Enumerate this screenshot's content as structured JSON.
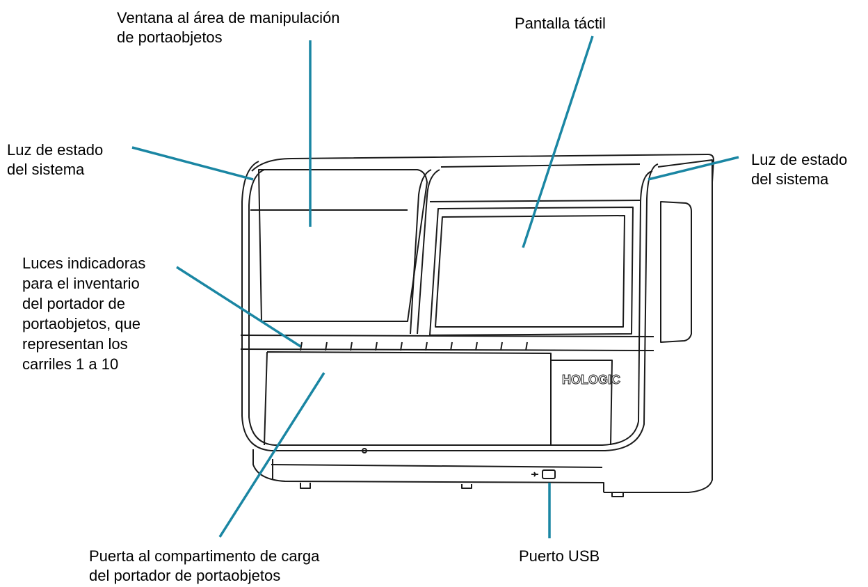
{
  "colors": {
    "leader_line": "#1a86a3",
    "outline": "#1a1a1a",
    "panel": "#ffffff"
  },
  "device": {
    "logo_text": "HOLOGIC",
    "logo_icon": "usb-icon"
  },
  "callouts": [
    {
      "id": "window",
      "lines": [
        "Ventana al área de manipulación",
        "de portaobjetos"
      ]
    },
    {
      "id": "touchscreen",
      "lines": [
        "Pantalla táctil"
      ]
    },
    {
      "id": "status-light-left",
      "lines": [
        "Luz de estado",
        "del sistema"
      ]
    },
    {
      "id": "status-light-right",
      "lines": [
        "Luz de estado",
        "del sistema"
      ]
    },
    {
      "id": "indicator-lights",
      "lines": [
        "Luces indicadoras",
        "para el inventario",
        "del portador de",
        "portaobjetos, que",
        "representan los",
        "carriles 1 a 10"
      ]
    },
    {
      "id": "loading-door",
      "lines": [
        "Puerta al compartimento de carga",
        "del portador de portaobjetos"
      ]
    },
    {
      "id": "usb-port",
      "lines": [
        "Puerto USB"
      ]
    }
  ]
}
